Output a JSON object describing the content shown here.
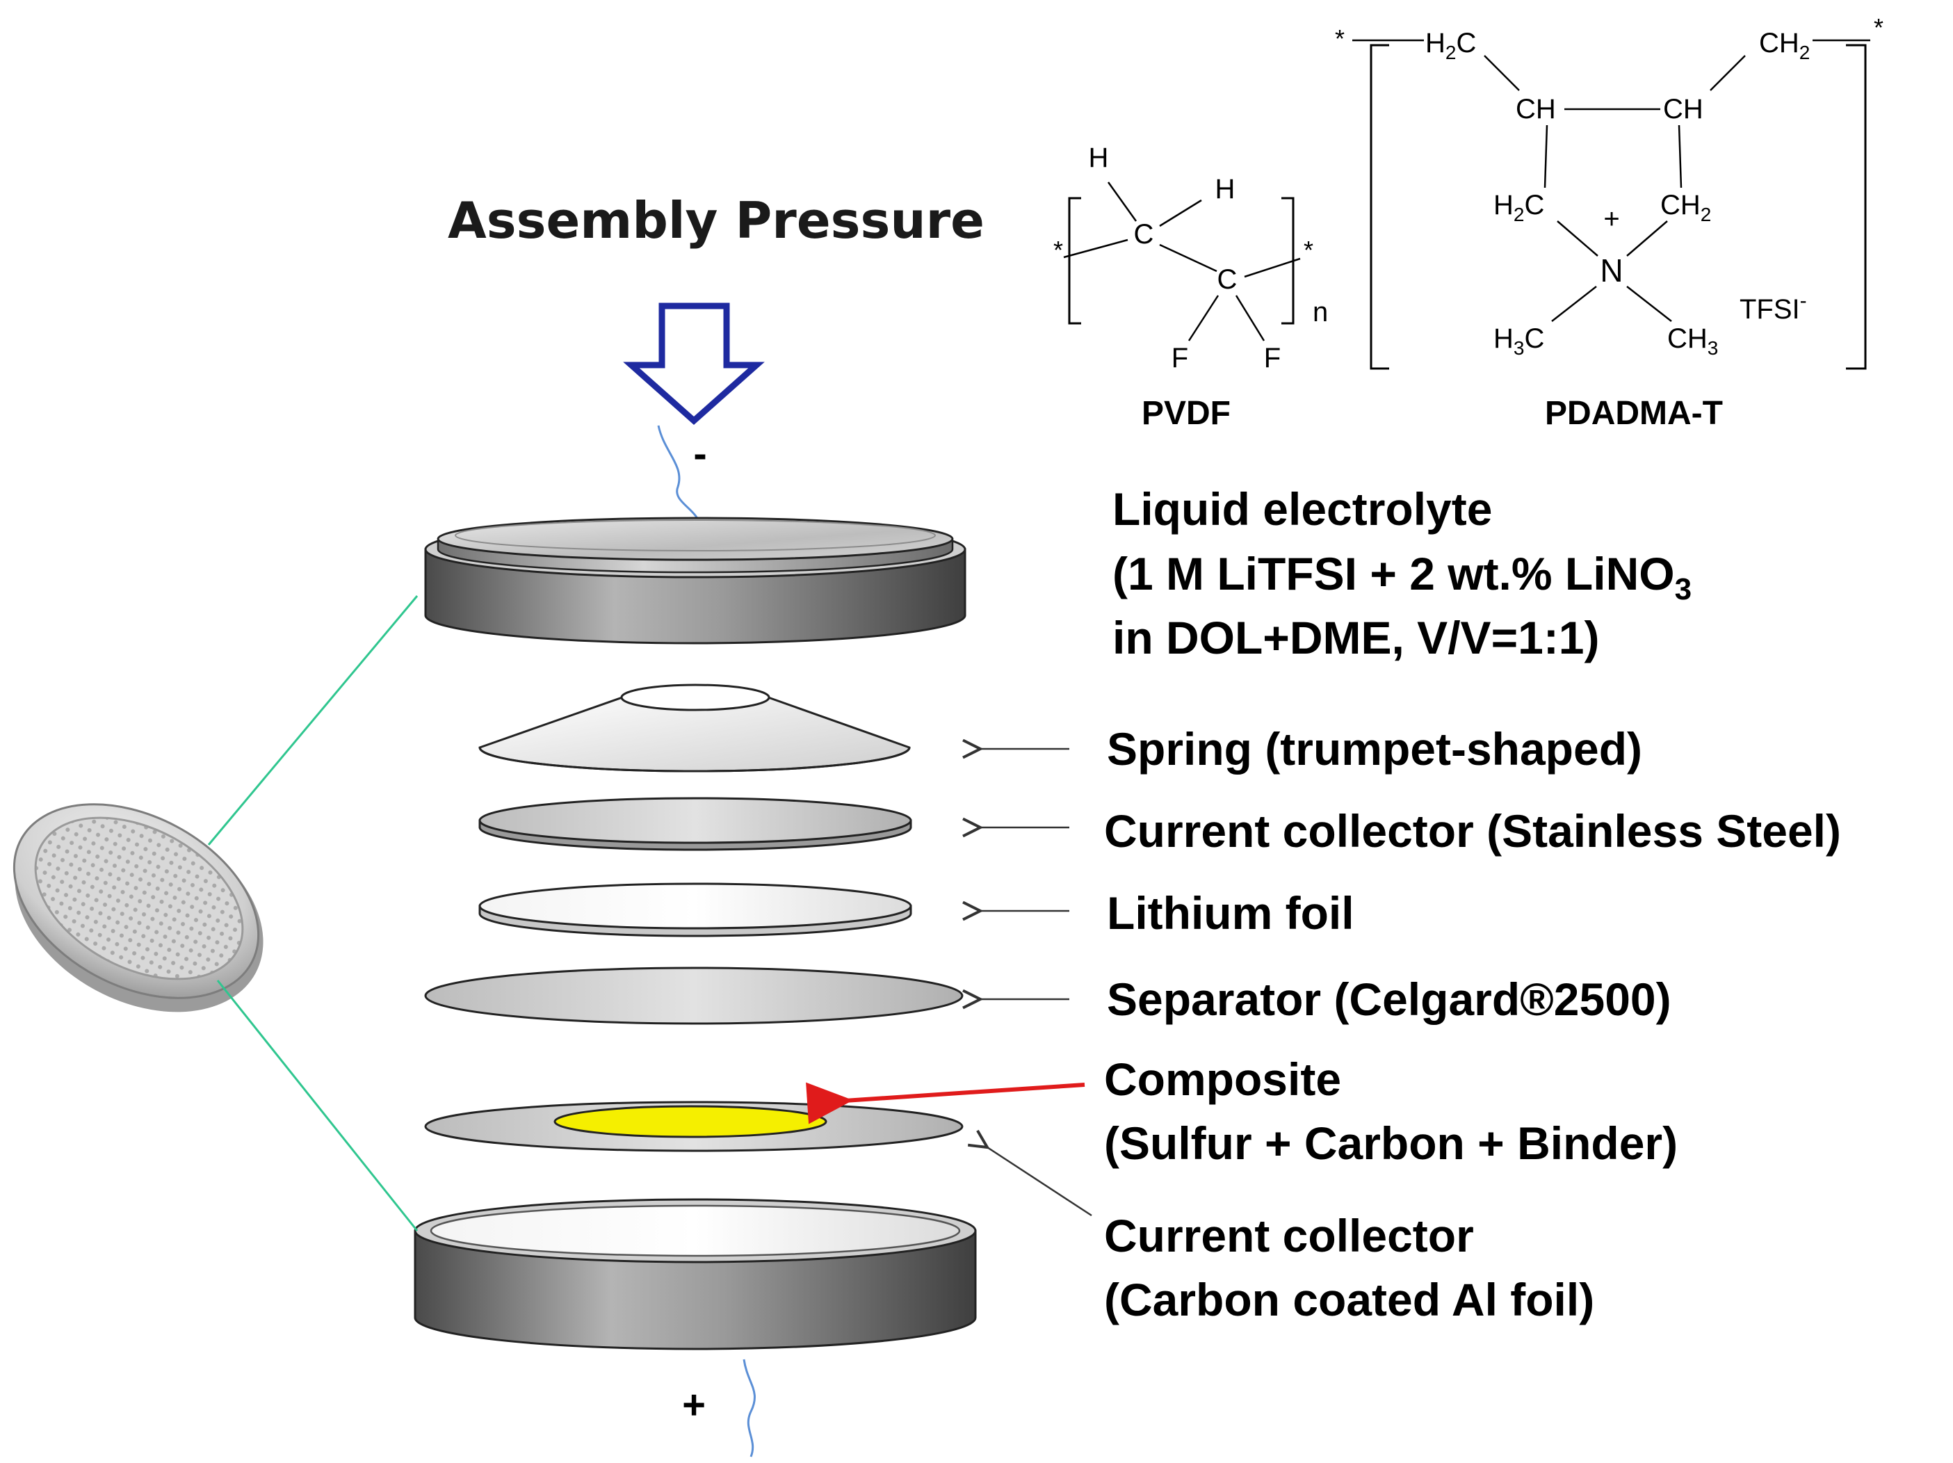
{
  "title": "Assembly Pressure",
  "terminals": {
    "negative": "-",
    "positive": "+"
  },
  "labels": {
    "electrolyte": [
      "Liquid electrolyte",
      "(1 M LiTFSI + 2 wt.% LiNO",
      "3",
      "in DOL+DME, V/V=1:1)"
    ],
    "spring": "Spring (trumpet-shaped)",
    "current_collector_ss": "Current collector (Stainless Steel)",
    "lithium": "Lithium foil",
    "separator": "Separator (Celgard®2500)",
    "composite": [
      "Composite",
      "(Sulfur + Carbon + Binder)"
    ],
    "current_collector_al": [
      "Current collector",
      "(Carbon coated Al foil)"
    ]
  },
  "pvdf": {
    "name": "PVDF",
    "atoms": {
      "h1": "H",
      "h2": "H",
      "c1": "C",
      "c2": "C",
      "f1": "F",
      "f2": "F",
      "star": "*",
      "n": "n"
    }
  },
  "pdadma": {
    "name": "PDADMA-T",
    "atoms": {
      "star": "*",
      "h2c_top": "H",
      "h2c_top_sub": "2",
      "h2c_top_c": "C",
      "ch2_top": "CH",
      "ch2_top_sub": "2",
      "ch_left": "CH",
      "ch_right": "CH",
      "h2c_mid": "H",
      "h2c_mid_sub": "2",
      "h2c_mid_c": "C",
      "ch2_mid": "CH",
      "ch2_mid_sub": "2",
      "plus": "+",
      "n": "N",
      "h3c": "H",
      "h3c_sub": "3",
      "h3c_c": "C",
      "ch3": "CH",
      "ch3_sub": "3",
      "anion": "TFSI",
      "anion_sup": "-"
    }
  },
  "colors": {
    "arrow": "#1e2aa0",
    "leader_green": "#2fc68f",
    "composite_arrow": "#e01b1b",
    "sulfur": "#f5ef00",
    "casing_dark": "#6e6e6e"
  }
}
